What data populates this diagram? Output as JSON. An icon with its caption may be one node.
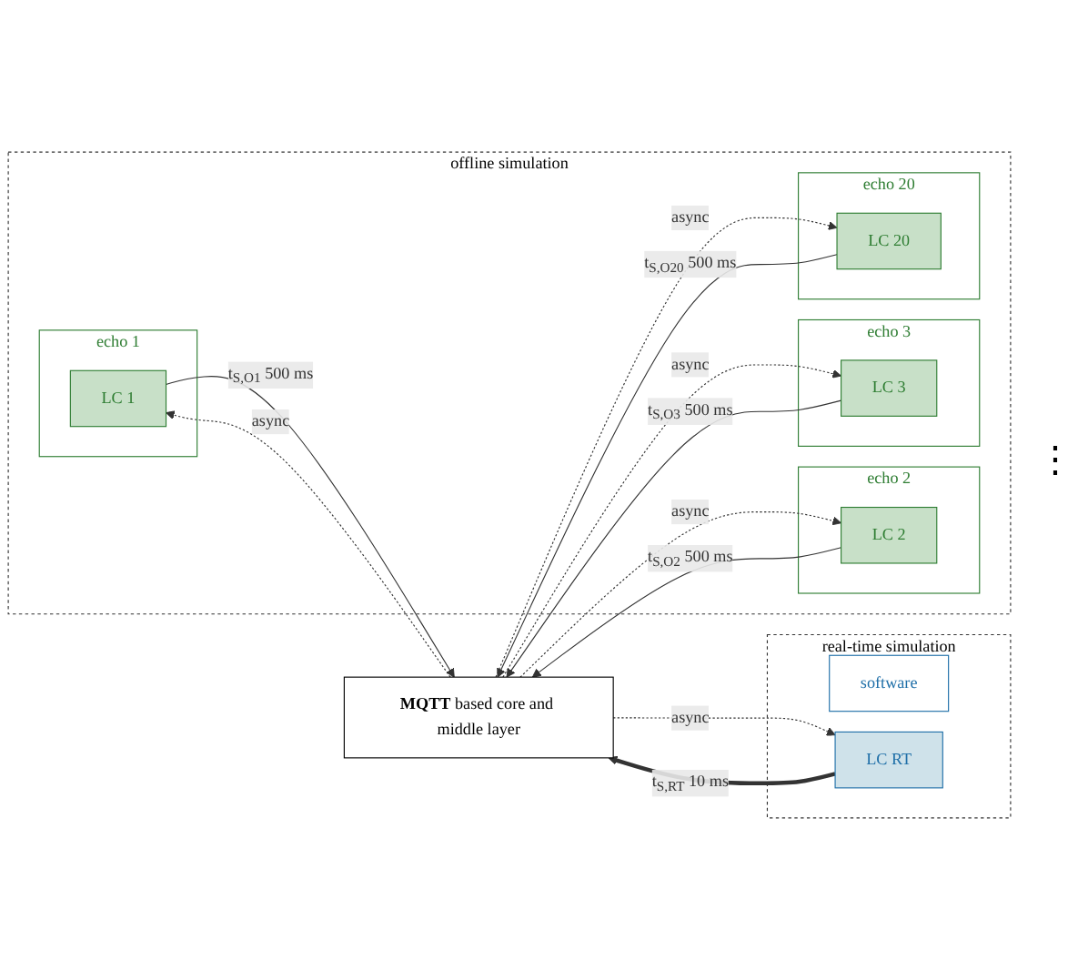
{
  "diagram": {
    "nodes": [
      {
        "text": [
          "offline simulation"
        ]
      },
      {
        "text": [
          "echo 1"
        ],
        "in": 0
      },
      {
        "text": [
          "LC 1"
        ],
        "in": 1
      },
      {
        "text": [
          "echo 2"
        ],
        "in": 0
      },
      {
        "text": [
          "LC 2"
        ],
        "in": 3
      },
      {
        "text": [
          "echo 3"
        ],
        "in": 0
      },
      {
        "text": [
          "LC 3"
        ],
        "in": 5
      },
      {
        "text": [
          "echo 20"
        ],
        "in": 0
      },
      {
        "text": [
          "LC 20"
        ],
        "in": 7
      },
      {
        "text": [
          "**MQTT** based core and middle layer"
        ]
      },
      {
        "text": [
          "real-time simulation"
        ]
      },
      {
        "text": [
          "software"
        ],
        "in": 10
      },
      {
        "text": [
          "LC RT"
        ],
        "in": 10
      }
    ],
    "edges": [
      {
        "from": 2,
        "to": 9,
        "arrow": "to",
        "label": "t$_{S,O1}$ 500 ms"
      },
      {
        "from": 9,
        "to": 2,
        "arrow": "to",
        "label": "async",
        "style": "dashed"
      },
      {
        "from": 4,
        "to": 9,
        "arrow": "to",
        "label": "t$_{S,O2}$ 500 ms"
      },
      {
        "from": 9,
        "to": 4,
        "arrow": "to",
        "label": "async",
        "style": "dashed"
      },
      {
        "from": 6,
        "to": 9,
        "arrow": "to",
        "label": "t$_{S,O3}$ 500 ms"
      },
      {
        "from": 9,
        "to": 6,
        "arrow": "to",
        "label": "async",
        "style": "dashed"
      },
      {
        "from": 8,
        "to": 9,
        "arrow": "to",
        "label": "t$_{S,O20}$ 500 ms"
      },
      {
        "from": 9,
        "to": 8,
        "arrow": "to",
        "label": "async",
        "style": "dashed"
      },
      {
        "from": 9,
        "to": 12,
        "arrow": "to",
        "label": "async",
        "style": "dashed"
      },
      {
        "from": 12,
        "to": 9,
        "arrow": "to",
        "label": "t$_{S,RT}$ 10 ms",
        "style": "thick"
      }
    ],
    "labels": [
      "⋮"
    ]
  }
}
